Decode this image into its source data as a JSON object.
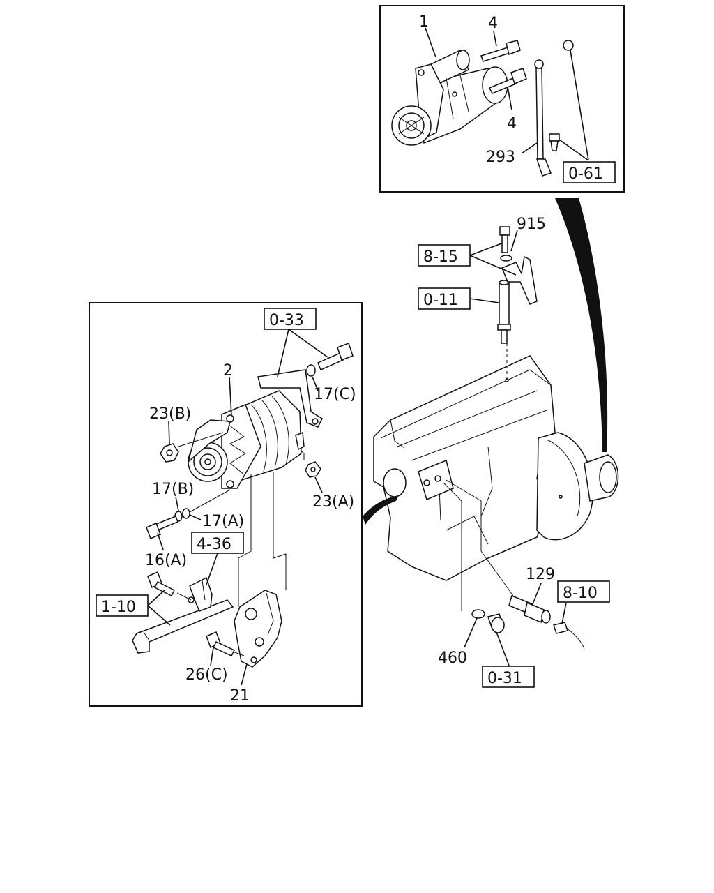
{
  "callouts": {
    "starter": "1",
    "bolt_top": "4",
    "bolt_mid": "4",
    "cable": "293",
    "ref_0_61": "0-61",
    "bolt_915": "915",
    "ref_8_15": "8-15",
    "ref_0_11": "0-11",
    "ref_0_33": "0-33",
    "alternator": "2",
    "washer_17c": "17(C)",
    "nut_23b": "23(B)",
    "washer_17b": "17(B)",
    "washer_17a": "17(A)",
    "nut_23a": "23(A)",
    "ref_4_36": "4-36",
    "bolt_16a": "16(A)",
    "ref_1_10": "1-10",
    "bolt_26c": "26(C)",
    "bracket_21": "21",
    "sensor_129": "129",
    "ref_8_10": "8-10",
    "oring_460": "460",
    "ref_0_31": "0-31"
  },
  "colors": {
    "ink": "#111111",
    "paper": "#ffffff"
  }
}
